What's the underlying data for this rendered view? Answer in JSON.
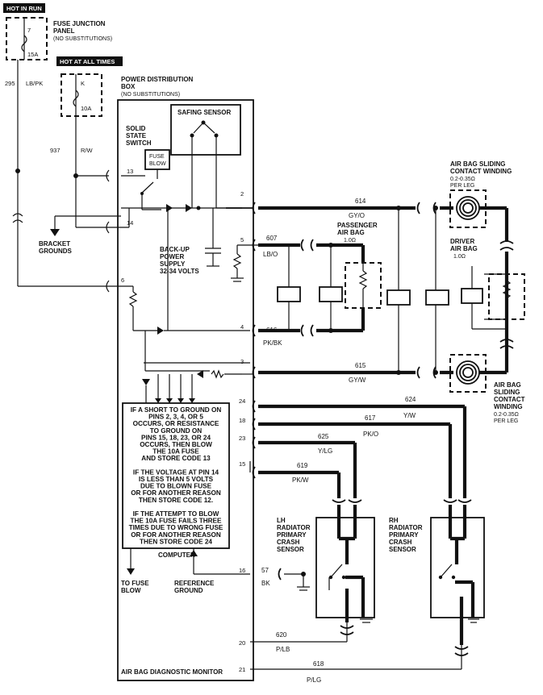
{
  "tags": {
    "hot_in_run": "HOT IN RUN",
    "hot_at_all_times": "HOT AT ALL TIMES"
  },
  "fuse_junction": {
    "title_line1": "FUSE JUNCTION",
    "title_line2": "PANEL",
    "note": "(NO SUBSTITUTIONS)",
    "fuse_number": "7",
    "fuse_rating": "15A"
  },
  "power_distribution": {
    "title_line1": "POWER DISTRIBUTION",
    "title_line2": "BOX",
    "note": "(NO SUBSTITUTIONS)",
    "fuse_letter": "K",
    "fuse_rating": "10A"
  },
  "wires": {
    "w295": "295",
    "w295_color": "LB/PK",
    "w937": "937",
    "w937_color": "R/W",
    "w614": "614",
    "w614_color": "GY/O",
    "w607": "607",
    "w607_color": "LB/O",
    "w616": "616",
    "w616_color": "PK/BK",
    "w615": "615",
    "w615_color": "GY/W",
    "w624": "624",
    "w624_color": "Y/W",
    "w617": "617",
    "w617_color": "PK/O",
    "w625": "625",
    "w625_color": "Y/LG",
    "w619": "619",
    "w619_color": "PK/W",
    "w57": "57",
    "w57_color": "BK",
    "w620": "620",
    "w620_color": "P/LB",
    "w618": "618",
    "w618_color": "P/LG"
  },
  "pins": {
    "p2": "2",
    "p3": "3",
    "p4": "4",
    "p5": "5",
    "p6": "6",
    "p13": "13",
    "p14": "14",
    "p15": "15",
    "p16": "16",
    "p18": "18",
    "p20": "20",
    "p21": "21",
    "p23": "23",
    "p24": "24"
  },
  "labels": {
    "safing_sensor": "SAFING SENSOR",
    "solid_state_l1": "SOLID",
    "solid_state_l2": "STATE",
    "solid_state_l3": "SWITCH",
    "fuse_blow_l1": "FUSE",
    "fuse_blow_l2": "BLOW",
    "bracket_l1": "BRACKET",
    "bracket_l2": "GROUNDS",
    "backup_l1": "BACK-UP",
    "backup_l2": "POWER",
    "backup_l3": "SUPPLY",
    "backup_l4": "32-34 VOLTS",
    "passenger_l1": "PASSENGER",
    "passenger_l2": "AIR BAG",
    "passenger_l3": "1.0Ω",
    "driver_l1": "DRIVER",
    "driver_l2": "AIR BAG",
    "driver_l3": "1.0Ω",
    "winding_top_l1": "AIR BAG SLIDING",
    "winding_top_l2": "CONTACT WINDING",
    "winding_top_l3": "0.2-0.35Ω",
    "winding_top_l4": "PER LEG",
    "winding_bot_l1": "AIR BAG",
    "winding_bot_l2": "SLIDING",
    "winding_bot_l3": "CONTACT",
    "winding_bot_l4": "WINDING",
    "winding_bot_l5": "0.2-0.35Ω",
    "winding_bot_l6": "PER LEG",
    "computer": "COMPUTER",
    "to_fuse_l1": "TO FUSE",
    "to_fuse_l2": "BLOW",
    "ref_l1": "REFERENCE",
    "ref_l2": "GROUND",
    "lh_l1": "LH",
    "lh_l2": "RADIATOR",
    "lh_l3": "PRIMARY",
    "lh_l4": "CRASH",
    "lh_l5": "SENSOR",
    "rh_l1": "RH",
    "rh_l2": "RADIATOR",
    "rh_l3": "PRIMARY",
    "rh_l4": "CRASH",
    "rh_l5": "SENSOR",
    "monitor": "AIR BAG DIAGNOSTIC MONITOR"
  },
  "computer_logic": [
    "IF A SHORT TO GROUND ON",
    "PINS 2, 3, 4, OR 5",
    "OCCURS, OR RESISTANCE",
    "TO GROUND ON",
    "PINS 15, 18, 23, OR 24",
    "OCCURS, THEN BLOW",
    "THE 10A FUSE",
    "AND STORE CODE 13",
    "",
    "IF THE VOLTAGE AT PIN 14",
    "IS LESS THAN 5 VOLTS",
    "DUE TO BLOWN FUSE",
    "OR FOR ANOTHER REASON",
    "THEN STORE CODE 12.",
    "",
    "IF THE ATTEMPT TO BLOW",
    "THE 10A FUSE FAILS THREE",
    "TIMES DUE TO WRONG FUSE",
    "OR FOR ANOTHER REASON",
    "THEN STORE CODE 24"
  ]
}
